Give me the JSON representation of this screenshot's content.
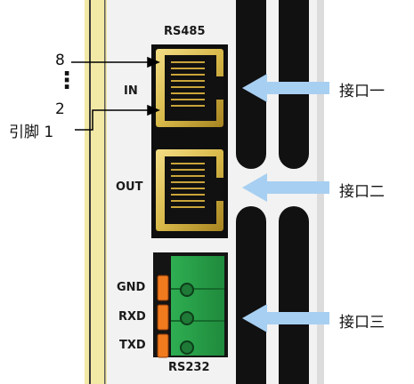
{
  "device": {
    "rs485_label": "RS485",
    "in_label": "IN",
    "out_label": "OUT",
    "rs232_label": "RS232",
    "gnd_label": "GND",
    "rxd_label": "RXD",
    "txd_label": "TXD"
  },
  "pin_annotation": {
    "top_number": "8",
    "dots": "⋮",
    "bottom_number": "2",
    "pin_label": "引脚 1"
  },
  "interfaces": [
    {
      "label": "接口一"
    },
    {
      "label": "接口二"
    },
    {
      "label": "接口三"
    }
  ],
  "colors": {
    "panel": "#f2f2f2",
    "rail": "#f3e9a6",
    "port_gold": "#d8b94a",
    "terminal_green": "#2ca04a",
    "terminal_orange": "#f07a1e",
    "arrow_blue": "#a7cff1",
    "slot_black": "#111111"
  }
}
